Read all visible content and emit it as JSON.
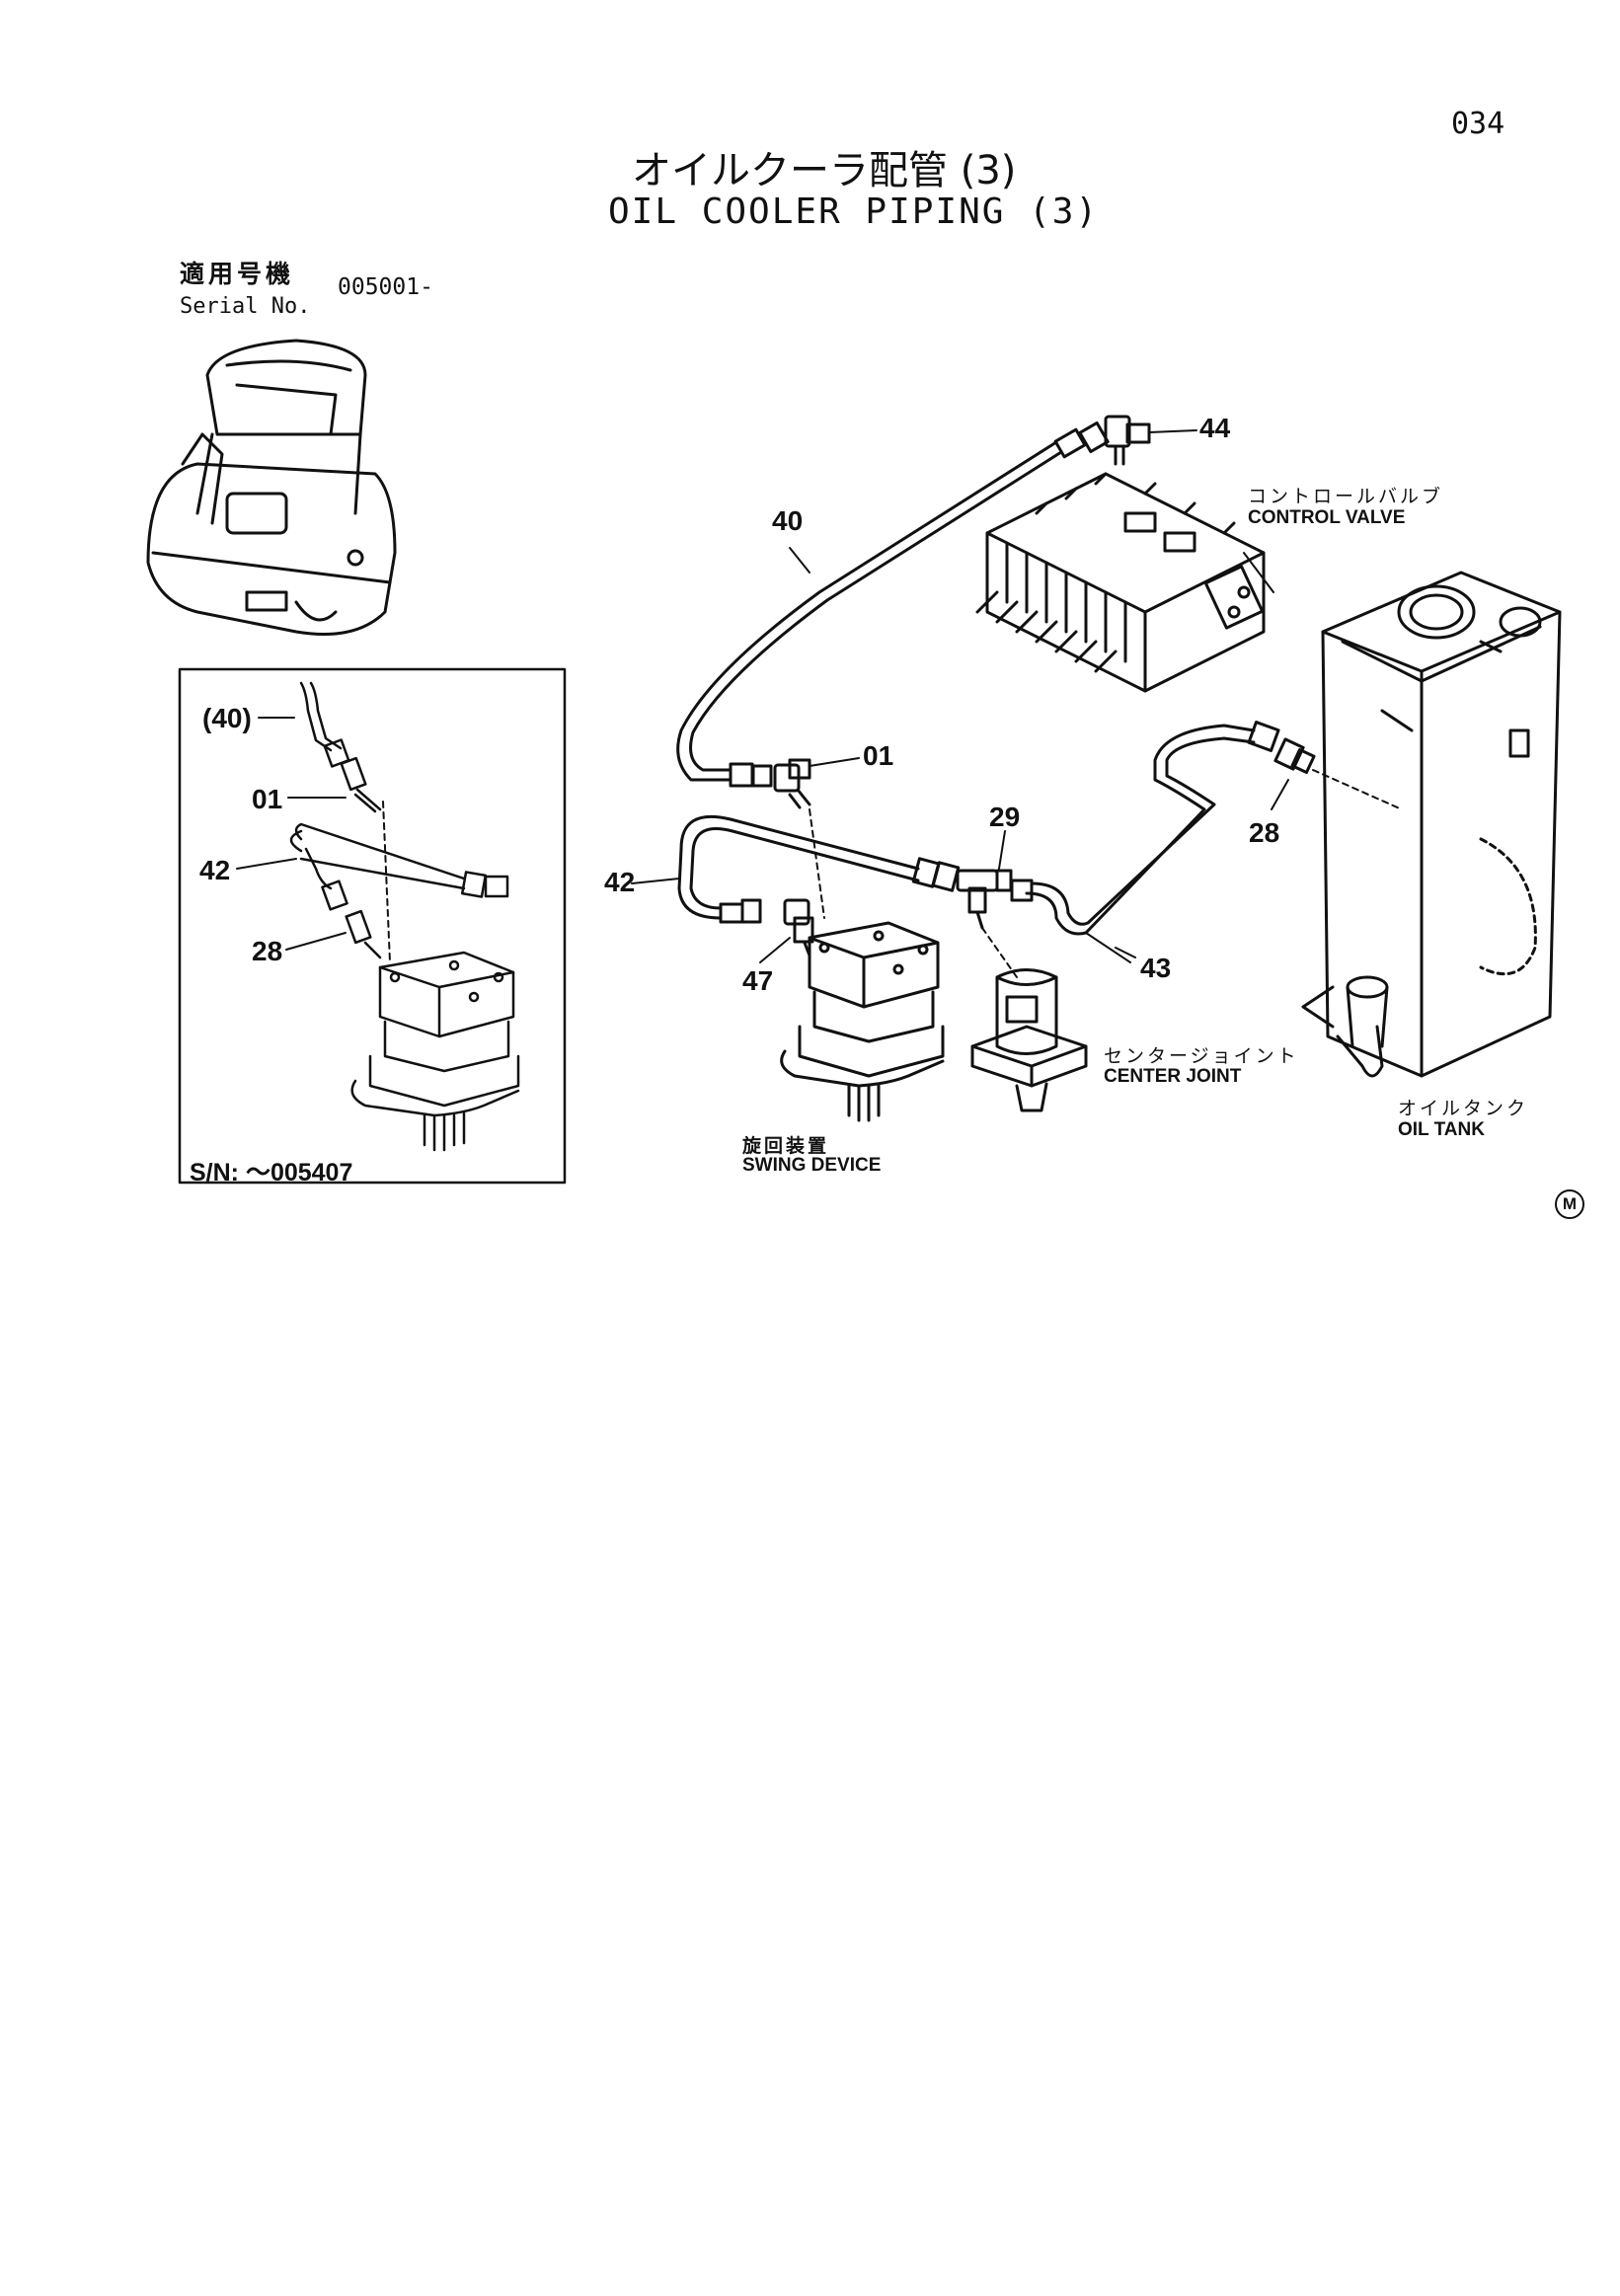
{
  "page_number": "034",
  "title_jp": "オイルクーラ配管 (3)",
  "title_en": "OIL COOLER PIPING (3)",
  "serial": {
    "label_jp": "適用号機",
    "label_en": "Serial No.",
    "value": "005001-"
  },
  "callouts": {
    "c44": "44",
    "c40": "40",
    "c01": "01",
    "c29": "29",
    "c28": "28",
    "c42": "42",
    "c47": "47",
    "c43": "43"
  },
  "components": {
    "control_valve": {
      "jp": "コントロールバルブ",
      "en": "CONTROL VALVE"
    },
    "center_joint": {
      "jp": "センタージョイント",
      "en": "CENTER JOINT"
    },
    "oil_tank": {
      "jp": "オイルタンク",
      "en": "OIL TANK"
    },
    "swing_device": {
      "jp": "旋回装置",
      "en": "SWING DEVICE"
    }
  },
  "inset": {
    "c40": "(40)",
    "c01": "01",
    "c42": "42",
    "c28": "28",
    "sn_label": "S/N: ～005407"
  },
  "mark": "M"
}
